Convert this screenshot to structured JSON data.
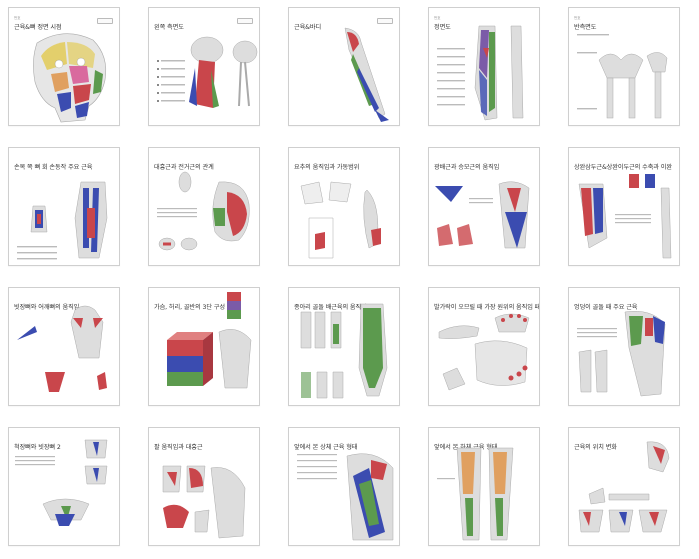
{
  "colors": {
    "bone": "#d8d8d8",
    "bone_dark": "#a9a9a9",
    "red": "#c9464b",
    "blue": "#3b4cb0",
    "green": "#5c9a4e",
    "yellow": "#e3cf6c",
    "pink": "#d96a9e",
    "orange": "#e0a060",
    "purple": "#7b5ba8"
  },
  "pages": [
    {
      "title": "근육&뼈 정면 시점",
      "sup": "번호",
      "tag": true,
      "num": ""
    },
    {
      "title": "왼쪽 측면도",
      "sup": "",
      "tag": true,
      "num": ""
    },
    {
      "title": "근육&바디",
      "sup": "",
      "tag": true,
      "num": ""
    },
    {
      "title": "정면도",
      "sup": "번호",
      "tag": true,
      "num": ""
    },
    {
      "title": "반측면도",
      "sup": "번호",
      "tag": false,
      "num": ""
    },
    {
      "title": "손목 쪽 뼈 회 손동작 주요 근육",
      "sup": "",
      "tag": false,
      "num": ""
    },
    {
      "title": "대흉근과 전거근의 관계",
      "sup": "",
      "tag": false,
      "num": ""
    },
    {
      "title": "요추의 움직임과 가동범위",
      "sup": "",
      "tag": false,
      "num": ""
    },
    {
      "title": "광배근과 승모근의 움직임",
      "sup": "",
      "tag": false,
      "num": ""
    },
    {
      "title": "상완삼두근&상완이두근의 수축과 이완",
      "sup": "",
      "tag": false,
      "num": ""
    },
    {
      "title": "빗장뼈와 어깨뼈의 움직임",
      "sup": "",
      "tag": false,
      "num": ""
    },
    {
      "title": "가슴, 허리, 골반의 3단 구성",
      "sup": "",
      "tag": false,
      "num": ""
    },
    {
      "title": "종아리 골돌 배근육의 움직임",
      "sup": "",
      "tag": false,
      "num": ""
    },
    {
      "title": "발가락이 오므릴 때 가장 원위의 움직임 패턴",
      "sup": "",
      "tag": false,
      "num": ""
    },
    {
      "title": "엉덩이 골돌 때 주요 근육",
      "sup": "",
      "tag": false,
      "num": ""
    },
    {
      "title": "척장뼈와 빗장뼈 2",
      "sup": "",
      "tag": false,
      "num": ""
    },
    {
      "title": "팔 움직임과 대흉근",
      "sup": "",
      "tag": false,
      "num": ""
    },
    {
      "title": "앞에서 본 상체 근육 형태",
      "sup": "",
      "tag": false,
      "num": ""
    },
    {
      "title": "앞에서 본 하체 근육 형태",
      "sup": "",
      "tag": false,
      "num": ""
    },
    {
      "title": "근육의 위치 변화",
      "sup": "",
      "tag": false,
      "num": ""
    }
  ]
}
